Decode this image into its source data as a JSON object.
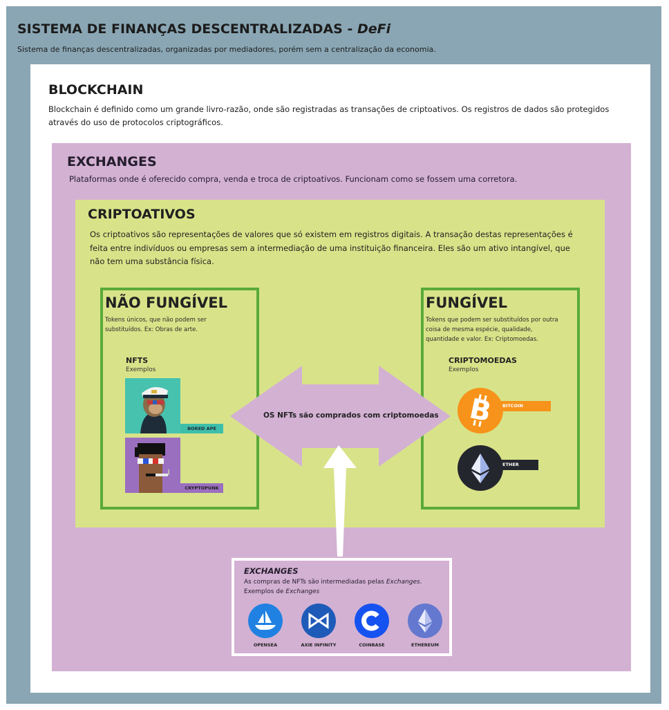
{
  "header": {
    "title": "SISTEMA DE FINANÇAS DESCENTRALIZADAS - ",
    "title_em": "DeFi",
    "subtitle": "Sistema de finanças descentralizadas, organizadas por mediadores, porém sem a centralização da economia."
  },
  "blockchain": {
    "title": "BLOCKCHAIN",
    "desc": "Blockchain é definido como um grande livro-razão, onde são registradas as transações de criptoativos. Os registros de dados são protegidos através do uso de protocolos criptográficos."
  },
  "exchanges": {
    "title": "EXCHANGES",
    "desc": "Plataformas onde é oferecido compra, venda e troca de criptoativos. Funcionam como se fossem uma corretora."
  },
  "criptoativos": {
    "title": "CRIPTOATIVOS",
    "desc": "Os criptoativos são representações de valores que só existem em registros digitais. A transação destas representações é feita entre indivíduos ou empresas sem a intermediação de uma instituição financeira. Eles são um ativo intangível, que não tem uma substância física."
  },
  "nao_fungivel": {
    "title": "NÃO FUNGÍVEL",
    "desc": "Tokens únicos, que não podem ser substituídos. Ex: Obras de arte.",
    "examples_title": "NFTS",
    "examples_sub": "Exemplos",
    "items": [
      {
        "label": "BORED APE",
        "icon": "bored-ape-image",
        "color": "#3fbfab"
      },
      {
        "label": "CRYPTOPUNK",
        "icon": "cryptopunk-image",
        "color": "#9b6fbf"
      }
    ]
  },
  "fungivel": {
    "title": "FUNGÍVEL",
    "desc": "Tokens que podem ser substituídos por outra coisa de mesma espécie, qualidade, quantidade e valor. Ex: Criptomoedas.",
    "examples_title": "CRIPTOMOEDAS",
    "examples_sub": "Exemplos",
    "items": [
      {
        "label": "BITCOIN",
        "icon": "bitcoin-icon",
        "color": "#f7931a"
      },
      {
        "label": "ETHER",
        "icon": "ether-icon",
        "color": "#24262e"
      }
    ]
  },
  "arrow_text": "OS NFTs são comprados com criptomoedas",
  "exchange_box": {
    "title": "EXCHANGES",
    "desc_prefix": "As compras de NFTs são intermediadas pelas ",
    "desc_em": "Exchanges",
    "desc_suffix": ".",
    "examples_prefix": "Exemplos de ",
    "examples_em": "Exchanges",
    "logos": [
      {
        "label": "OPENSEA",
        "icon": "opensea-icon",
        "color": "#2081e2"
      },
      {
        "label": "AXIE INFINITY",
        "icon": "axie-infinity-icon",
        "color": "#1e5bb8"
      },
      {
        "label": "COINBASE",
        "icon": "coinbase-icon",
        "color": "#1652f0"
      },
      {
        "label": "ETHEREUM",
        "icon": "ethereum-icon",
        "color": "#6478cf"
      }
    ]
  },
  "colors": {
    "outer_bg": "#8aa6b4",
    "exchanges_bg": "#d3b1d3",
    "criptoativos_bg": "#d8e389",
    "box_border": "#5aaa3a"
  }
}
